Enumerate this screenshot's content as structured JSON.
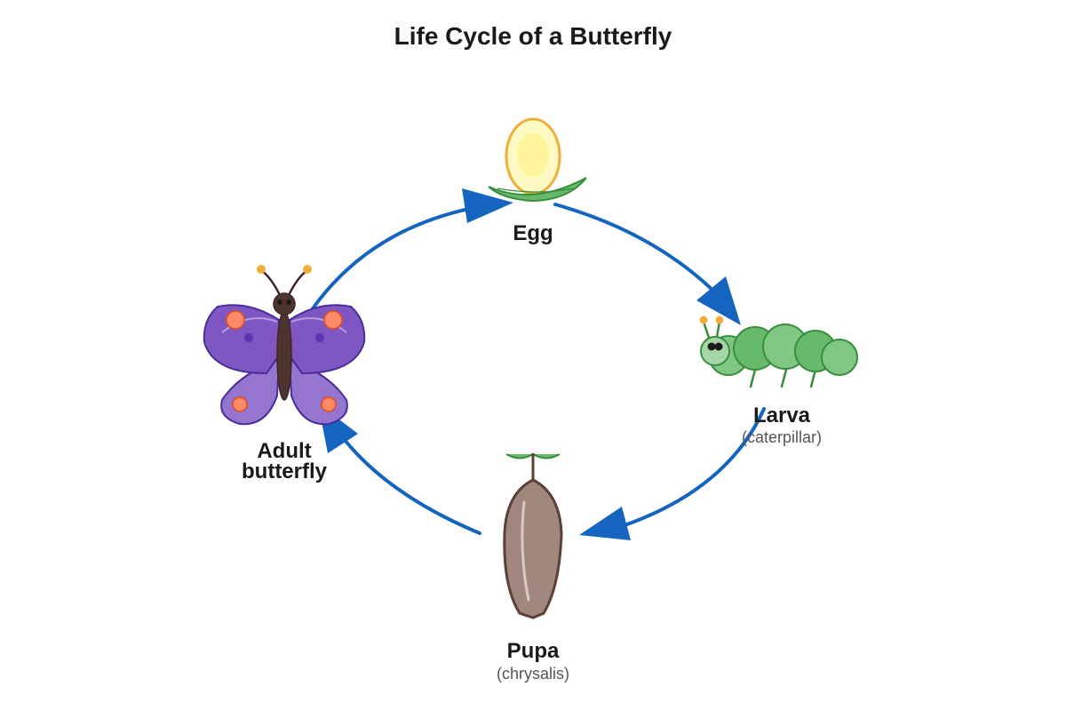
{
  "title": "Life Cycle of a Butterfly",
  "stages": {
    "egg": {
      "label": "Egg"
    },
    "larva": {
      "label": "Larva",
      "sublabel": "(caterpillar)"
    },
    "pupa": {
      "label": "Pupa",
      "sublabel": "(chrysalis)"
    },
    "adult": {
      "label_line1": "Adult",
      "label_line2": "butterfly"
    }
  },
  "cycle_order": [
    "Egg",
    "Larva",
    "Pupa",
    "Adult butterfly"
  ],
  "colors": {
    "arrow": "#1565c0",
    "egg_fill": "#fff9c4",
    "egg_outline": "#f0ad3a",
    "leaf": "#66bb6a",
    "caterpillar": "#66bb6a",
    "chrysalis": "#a1887f",
    "chrysalis_outline": "#5d4037",
    "butterfly_wing": "#7e57c2",
    "butterfly_spot": "#ff8a65",
    "butterfly_body": "#4e342e"
  },
  "icons": [
    "egg-icon",
    "caterpillar-icon",
    "chrysalis-icon",
    "butterfly-icon"
  ]
}
